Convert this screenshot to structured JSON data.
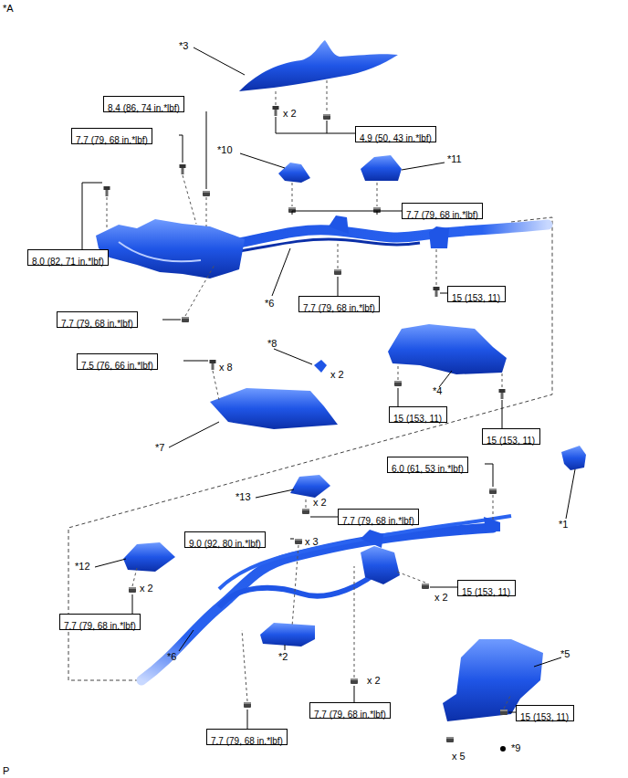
{
  "diagram": {
    "nodes": [
      {
        "text": [
          "8.4 (86, 74 in.*lbf)"
        ]
      },
      {
        "text": [
          "7.7 (79, 68 in.*lbf)"
        ]
      },
      {
        "text": [
          "4.9 (50, 43 in.*lbf)"
        ]
      },
      {
        "text": [
          "7.7 (79, 68 in.*lbf)"
        ]
      },
      {
        "text": [
          "8.0 (82, 71 in.*lbf)"
        ]
      },
      {
        "text": [
          "15 (153, 11)"
        ]
      },
      {
        "text": [
          "7.7 (79, 68 in.*lbf)"
        ]
      },
      {
        "text": [
          "7.7 (79, 68 in.*lbf)"
        ]
      },
      {
        "text": [
          "7.5 (76, 66 in.*lbf)"
        ]
      },
      {
        "text": [
          "15 (153, 11)"
        ]
      },
      {
        "text": [
          "15 (153, 11)"
        ]
      },
      {
        "text": [
          "6.0 (61, 53 in.*lbf)"
        ]
      },
      {
        "text": [
          "7.7 (79, 68 in.*lbf)"
        ]
      },
      {
        "text": [
          "9.0 (92, 80 in.*lbf)"
        ]
      },
      {
        "text": [
          "15 (153, 11)"
        ]
      },
      {
        "text": [
          "7.7 (79, 68 in.*lbf)"
        ]
      },
      {
        "text": [
          "7.7 (79, 68 in.*lbf)"
        ]
      },
      {
        "text": [
          "15 (153, 11)"
        ]
      },
      {
        "text": [
          "7.7 (79, 68 in.*lbf)"
        ]
      }
    ],
    "labels": [
      "*A",
      "*3",
      "x 2",
      "*10",
      "*11",
      "*6",
      "*8",
      "x 8",
      "x 2",
      "*4",
      "*7",
      "*1",
      "*13",
      "x 2",
      "x 3",
      "*12",
      "x 2",
      "x 2",
      "*6",
      "*2",
      "*5",
      "x 2",
      "x 5",
      "*9",
      "P"
    ]
  }
}
